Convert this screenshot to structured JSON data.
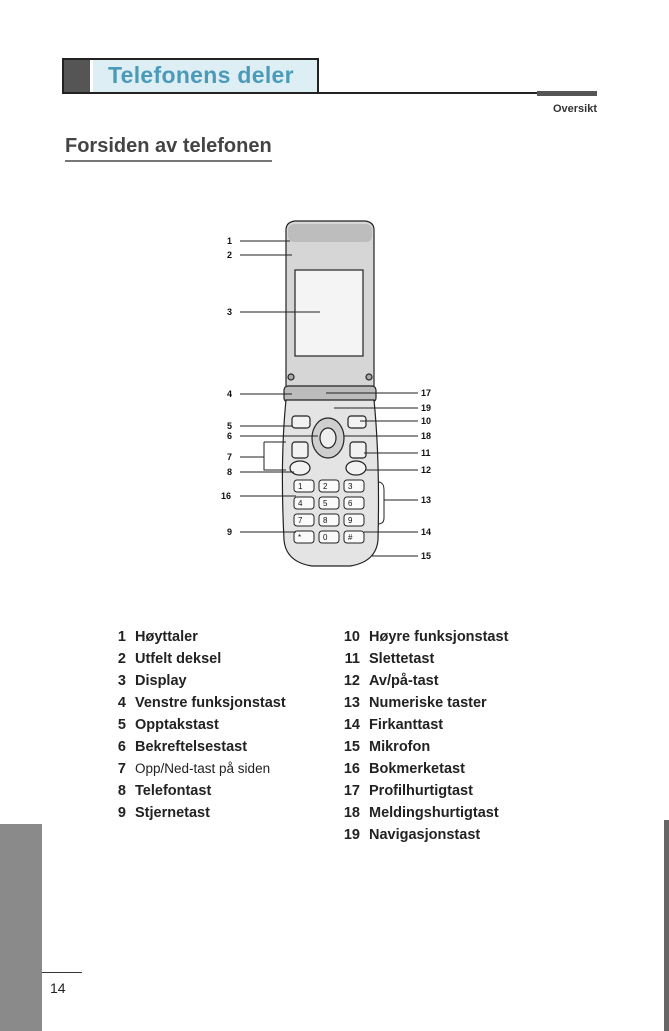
{
  "header": {
    "title": "Telefonens deler",
    "section": "Oversikt"
  },
  "subtitle": "Forsiden av telefonen",
  "keypad": [
    "1",
    "2",
    "3",
    "4",
    "5",
    "6",
    "7",
    "8",
    "9",
    "*",
    "0",
    "#"
  ],
  "callouts": [
    "1",
    "2",
    "3",
    "4",
    "5",
    "6",
    "7",
    "8",
    "16",
    "9",
    "17",
    "19",
    "10",
    "18",
    "11",
    "12",
    "13",
    "14",
    "15"
  ],
  "legend": {
    "col1": [
      {
        "num": "1",
        "label": "Høyttaler"
      },
      {
        "num": "2",
        "label": "Utfelt deksel"
      },
      {
        "num": "3",
        "label": "Display"
      },
      {
        "num": "4",
        "label": "Venstre funksjonstast"
      },
      {
        "num": "5",
        "label": "Opptakstast"
      },
      {
        "num": "6",
        "label": "Bekreftelsestast"
      },
      {
        "num": "7",
        "label": "Opp/Ned-tast på siden"
      },
      {
        "num": "8",
        "label": "Telefontast"
      },
      {
        "num": "9",
        "label": "Stjernetast"
      }
    ],
    "col2": [
      {
        "num": "10",
        "label": "Høyre funksjonstast"
      },
      {
        "num": "11",
        "label": "Slettetast"
      },
      {
        "num": "12",
        "label": "Av/på-tast"
      },
      {
        "num": "13",
        "label": "Numeriske taster"
      },
      {
        "num": "14",
        "label": "Firkanttast"
      },
      {
        "num": "15",
        "label": "Mikrofon"
      },
      {
        "num": "16",
        "label": "Bokmerketast"
      },
      {
        "num": "17",
        "label": "Profilhurtigtast"
      },
      {
        "num": "18",
        "label": "Meldingshurtigtast"
      },
      {
        "num": "19",
        "label": "Navigasjonstast"
      }
    ]
  },
  "page_number": "14",
  "colors": {
    "title_blue": "#4a9ab8",
    "header_bg": "#ddeef5",
    "sidebar_gray": "#8a8a8a"
  }
}
